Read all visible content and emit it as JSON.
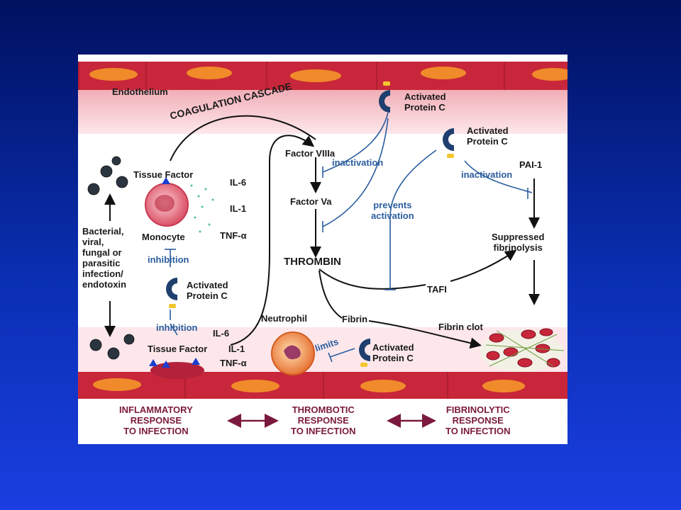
{
  "figure": {
    "endothelium": "Endothelium",
    "coagulation_cascade": "COAGULATION CASCADE",
    "apc_top": "Activated\nProtein C",
    "apc_right": "Activated\nProtein C",
    "apc_mid": "Activated\nProtein C",
    "apc_bottom": "Activated\nProtein C",
    "factor_viiia": "Factor VIIIa",
    "factor_va": "Factor Va",
    "thrombin": "THROMBIN",
    "fibrin": "Fibrin",
    "fibrin_clot": "Fibrin clot",
    "tafi": "TAFI",
    "pai1": "PAI-1",
    "suppressed_fibrinolysis": "Suppressed\nfibrinolysis",
    "inactivation_left": "inactivation",
    "inactivation_right": "inactivation",
    "prevents_activation": "prevents\nactivation",
    "limits": "limits",
    "tissue_factor_top": "Tissue Factor",
    "tissue_factor_bottom": "Tissue Factor",
    "monocyte": "Monocyte",
    "neutrophil": "Neutrophil",
    "il6_top": "IL-6",
    "il1_top": "IL-1",
    "tnf_top": "TNF-α",
    "il6_bottom": "IL-6",
    "il1_bottom": "IL-1",
    "tnf_bottom": "TNF-α",
    "inhibition_top": "inhibition",
    "inhibition_bottom": "inhibition",
    "infection": "Bacterial,\nviral,\nfungal or\nparasitic\ninfection/\nendotoxin",
    "responses": [
      "INFLAMMATORY\nRESPONSE\nTO INFECTION",
      "THROMBOTIC\nRESPONSE\nTO INFECTION",
      "FIBRINOLYTIC\nRESPONSE\nTO INFECTION"
    ]
  },
  "colors": {
    "background_top": "#00115f",
    "background_bottom": "#1a3ee0",
    "vessel_wall": "#c8263a",
    "endothelium_tint": "#f7c9cf",
    "nucleus": "#f08a2a",
    "pathway_blue": "#2a5d9f",
    "response_maroon": "#7b1a3d"
  }
}
